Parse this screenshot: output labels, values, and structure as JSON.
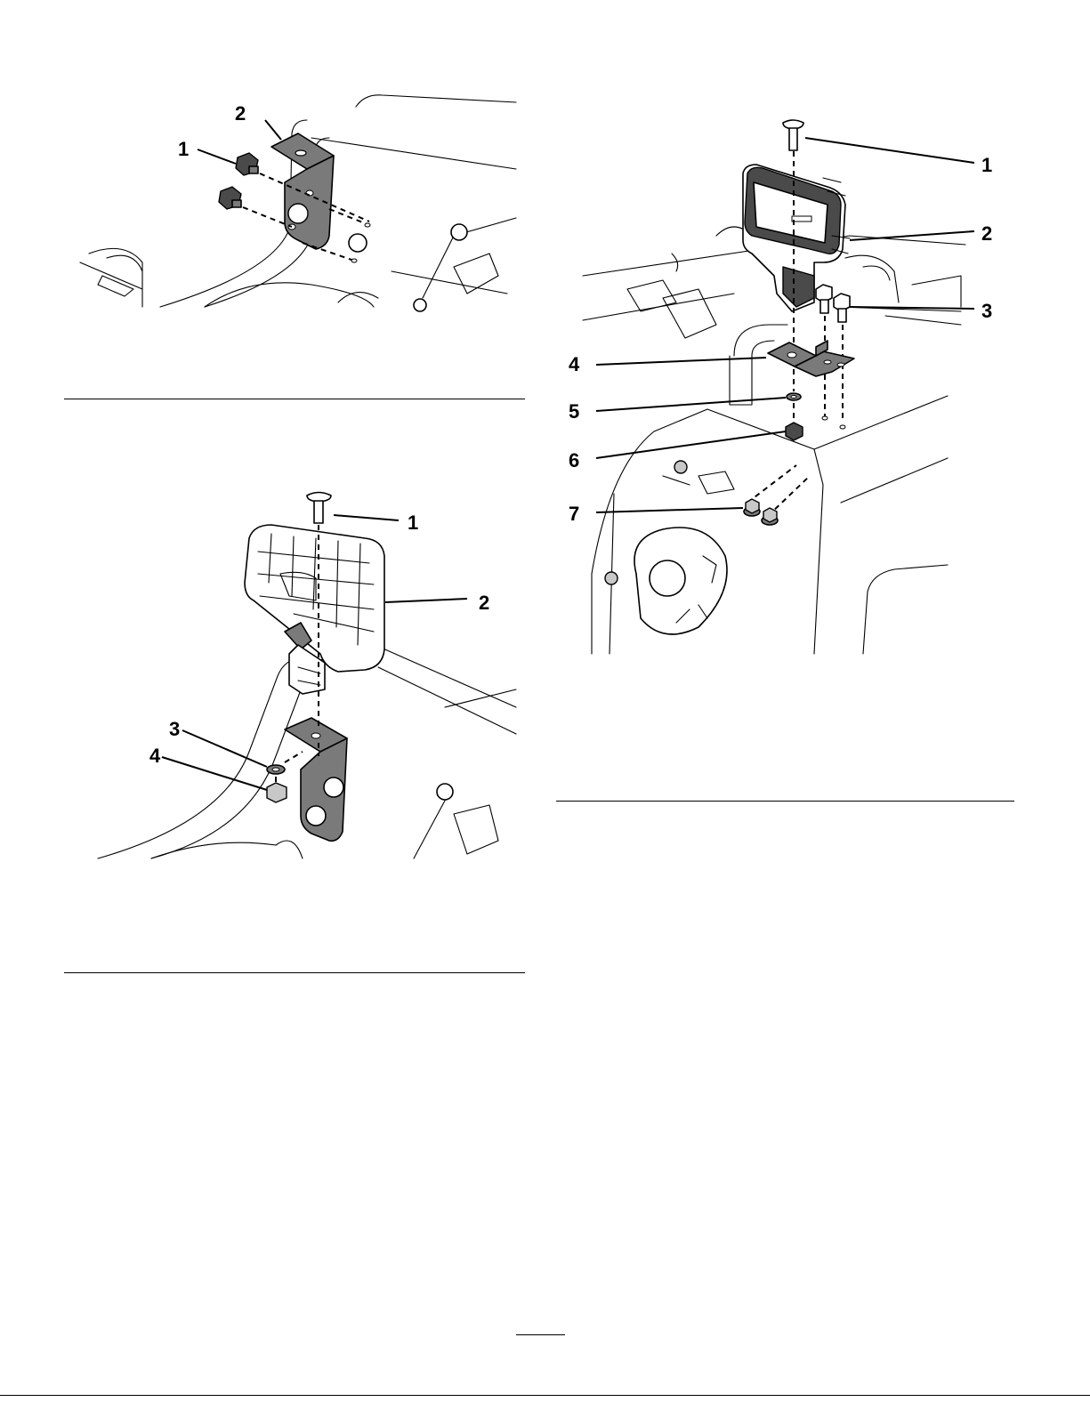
{
  "figures": {
    "bracket": {
      "callouts": [
        {
          "label": "1",
          "part": "bolt"
        },
        {
          "label": "2",
          "part": "bracket"
        }
      ]
    },
    "light_on_bracket": {
      "callouts": [
        {
          "label": "1",
          "part": "carriage-bolt"
        },
        {
          "label": "2",
          "part": "light"
        },
        {
          "label": "3",
          "part": "washer"
        },
        {
          "label": "4",
          "part": "nut"
        }
      ]
    },
    "light_on_frame": {
      "callouts": [
        {
          "label": "1",
          "part": "carriage-bolt"
        },
        {
          "label": "2",
          "part": "light"
        },
        {
          "label": "3",
          "part": "bolts"
        },
        {
          "label": "4",
          "part": "bracket"
        },
        {
          "label": "5",
          "part": "washer"
        },
        {
          "label": "6",
          "part": "nut"
        },
        {
          "label": "7",
          "part": "flange-nuts"
        }
      ]
    }
  },
  "colors": {
    "ink": "#000000",
    "part_fill": "#7a7a7a",
    "dark_fill": "#4a4a4a",
    "paper": "#ffffff"
  }
}
